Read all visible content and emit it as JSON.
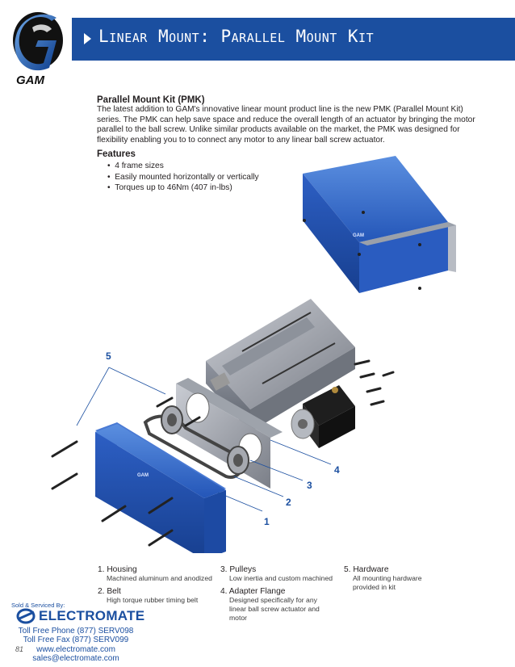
{
  "header": {
    "logo_text": "GAM",
    "title": "Linear Mount: Parallel Mount Kit",
    "brand_color": "#1b4fa0"
  },
  "intro": {
    "heading": "Parallel Mount Kit (PMK)",
    "body": "The latest addition to GAM's innovative linear mount product line is the new PMK (Parallel Mount Kit) series. The PMK can help save space and reduce the overall length of an actuator by bringing the motor parallel to the ball screw. Unlike similar products available on the market, the PMK was designed for flexibility enabling you to to connect any motor to any linear ball screw actuator."
  },
  "features": {
    "heading": "Features",
    "items": [
      "4 frame sizes",
      "Easily mounted horizontally or vertically",
      "Torques up to 46Nm (407 in-lbs)"
    ]
  },
  "illustration": {
    "housing_label": "GAM",
    "callouts": [
      "1",
      "2",
      "3",
      "4",
      "5"
    ]
  },
  "parts": [
    {
      "title": "1. Housing",
      "desc": "Machined aluminum and anodized"
    },
    {
      "title": "2. Belt",
      "desc": "High torque rubber timing belt"
    },
    {
      "title": "3. Pulleys",
      "desc": "Low inertia and custom machined"
    },
    {
      "title": "4. Adapter Flange",
      "desc": "Designed specifically for any linear ball screw actuator and motor"
    },
    {
      "title": "5. Hardware",
      "desc": "All mounting hardware provided in kit"
    }
  ],
  "footer": {
    "sold_by": "Sold & Serviced By:",
    "company": "ELECTROMATE",
    "phone": "Toll Free Phone  (877) SERV098",
    "fax": "Toll Free Fax  (877) SERV099",
    "web": "www.electromate.com",
    "email": "sales@electromate.com",
    "page_number": "81"
  }
}
